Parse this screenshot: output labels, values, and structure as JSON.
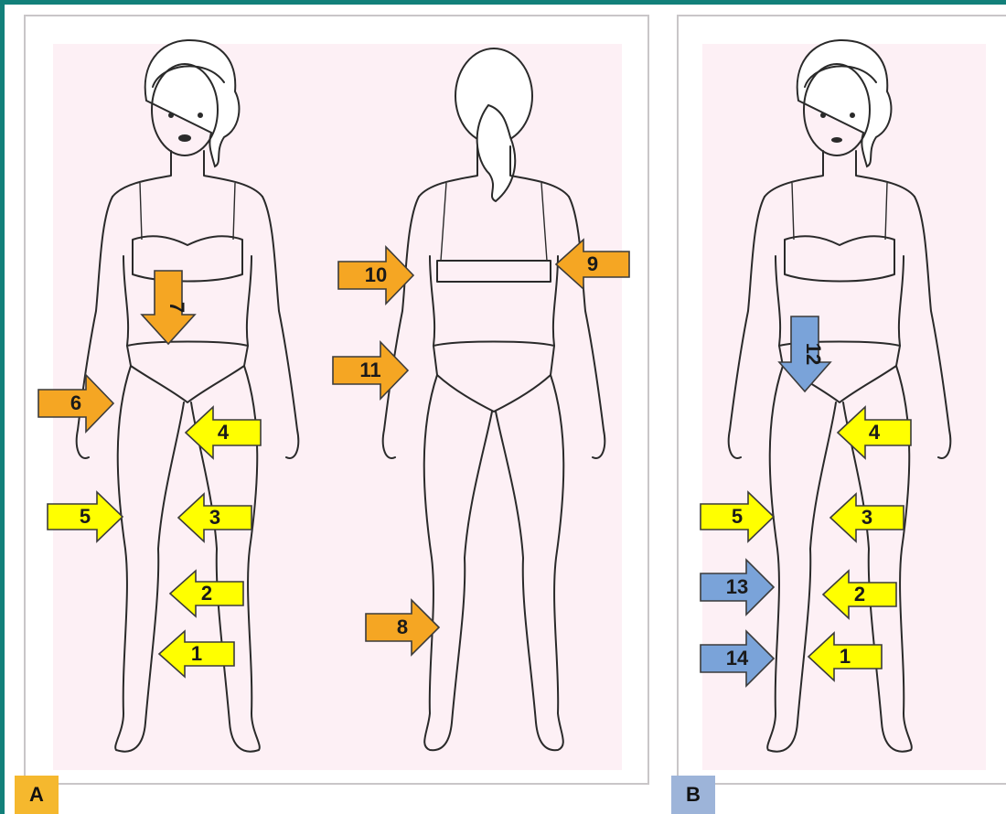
{
  "colors": {
    "frame": "#12807a",
    "yellow_arrow": "#ffff00",
    "orange_arrow": "#f5a623",
    "blue_arrow": "#7aa3d9",
    "panel_a_label_bg": "#f5b82e",
    "panel_b_label_bg": "#9db4d9",
    "figure_background": "#fdf0f5"
  },
  "panels": [
    {
      "label": "A",
      "views": [
        "front-figure",
        "back-figure"
      ],
      "arrows": [
        {
          "num": "1",
          "color": "yellow",
          "direction": "left"
        },
        {
          "num": "2",
          "color": "yellow",
          "direction": "left"
        },
        {
          "num": "3",
          "color": "yellow",
          "direction": "left"
        },
        {
          "num": "4",
          "color": "yellow",
          "direction": "left"
        },
        {
          "num": "5",
          "color": "yellow",
          "direction": "right"
        },
        {
          "num": "6",
          "color": "orange",
          "direction": "right"
        },
        {
          "num": "7",
          "color": "orange",
          "direction": "down"
        },
        {
          "num": "8",
          "color": "orange",
          "direction": "right"
        },
        {
          "num": "9",
          "color": "orange",
          "direction": "left"
        },
        {
          "num": "10",
          "color": "orange",
          "direction": "right"
        },
        {
          "num": "11",
          "color": "orange",
          "direction": "right"
        }
      ]
    },
    {
      "label": "B",
      "views": [
        "front-figure"
      ],
      "arrows": [
        {
          "num": "1",
          "color": "yellow",
          "direction": "left"
        },
        {
          "num": "2",
          "color": "yellow",
          "direction": "left"
        },
        {
          "num": "3",
          "color": "yellow",
          "direction": "left"
        },
        {
          "num": "4",
          "color": "yellow",
          "direction": "left"
        },
        {
          "num": "5",
          "color": "yellow",
          "direction": "right"
        },
        {
          "num": "12",
          "color": "blue",
          "direction": "down"
        },
        {
          "num": "13",
          "color": "blue",
          "direction": "right"
        },
        {
          "num": "14",
          "color": "blue",
          "direction": "right"
        }
      ]
    }
  ]
}
